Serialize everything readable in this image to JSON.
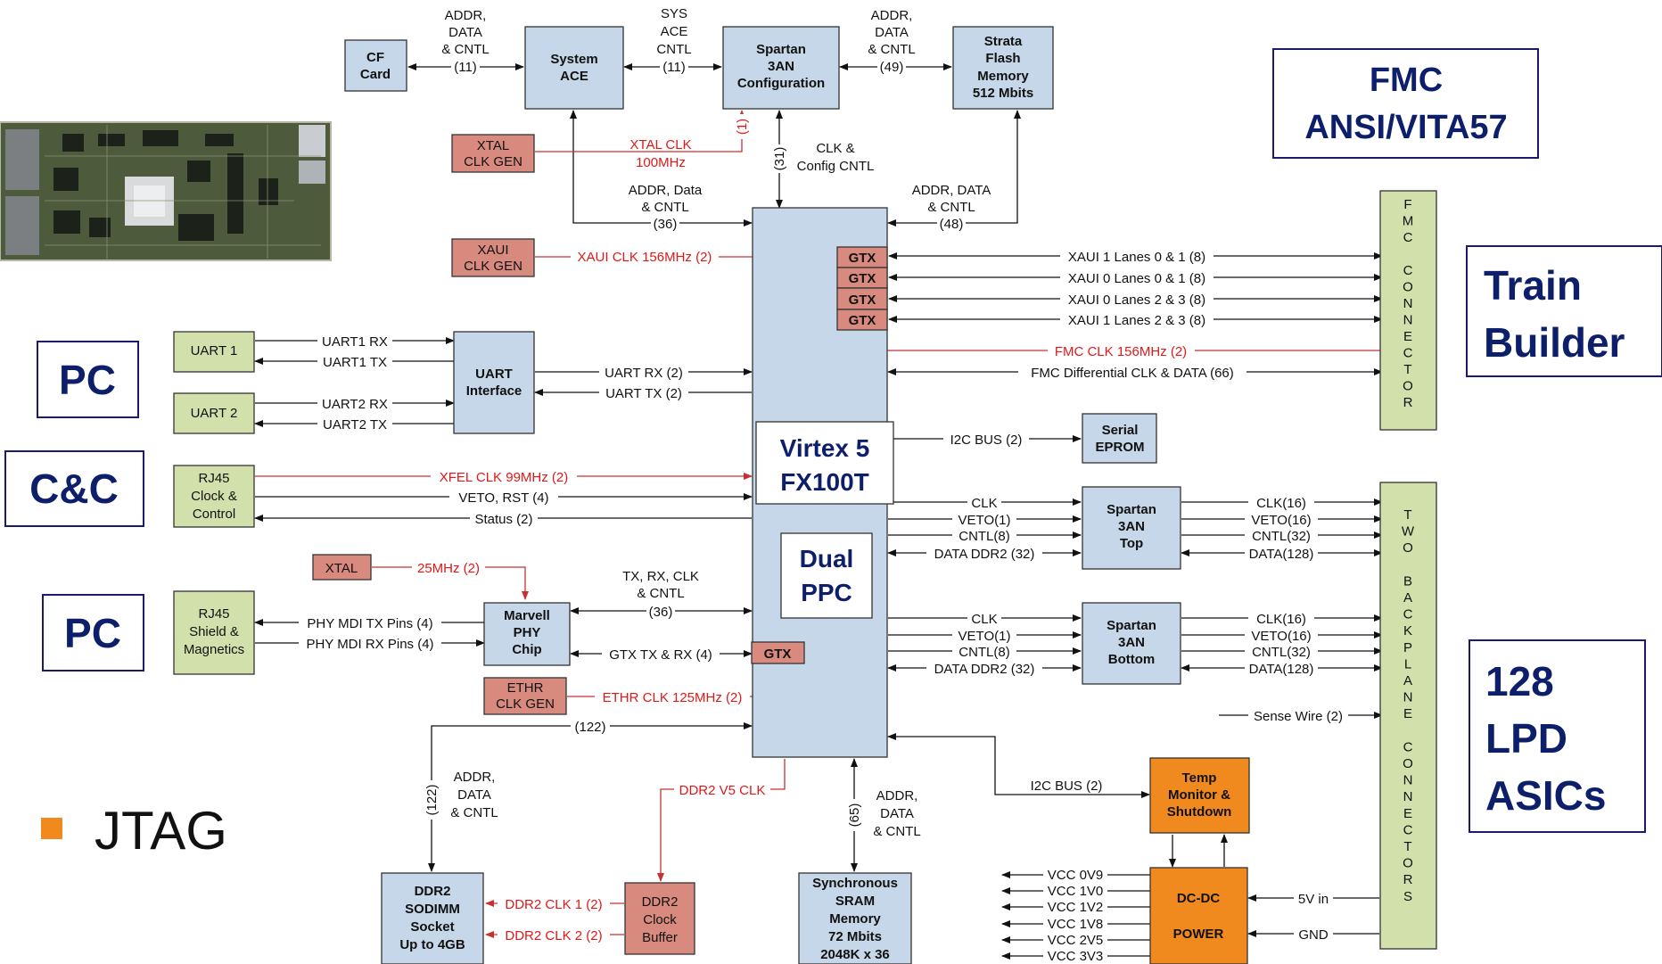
{
  "blocks": {
    "cf_card": [
      "CF",
      "Card"
    ],
    "system_ace": [
      "System",
      "ACE"
    ],
    "spartan_config": [
      "Spartan",
      "3AN",
      "Configuration"
    ],
    "strata_flash": [
      "Strata",
      "Flash",
      "Memory",
      "512 Mbits"
    ],
    "xtal_clk_gen": [
      "XTAL",
      "CLK GEN"
    ],
    "xaui_clk_gen": [
      "XAUI",
      "CLK GEN"
    ],
    "uart1": "UART 1",
    "uart2": "UART 2",
    "uart_interface": [
      "UART",
      "Interface"
    ],
    "rj45_clock_control": [
      "RJ45",
      "Clock &",
      "Control"
    ],
    "xtal": "XTAL",
    "rj45_shield": [
      "RJ45",
      "Shield &",
      "Magnetics"
    ],
    "marvell_phy": [
      "Marvell",
      "PHY",
      "Chip"
    ],
    "ethr_clk_gen": [
      "ETHR",
      "CLK GEN"
    ],
    "gtx": "GTX",
    "serial_eprom": [
      "Serial",
      "EPROM"
    ],
    "spartan_top": [
      "Spartan",
      "3AN",
      "Top"
    ],
    "spartan_bottom": [
      "Spartan",
      "3AN",
      "Bottom"
    ],
    "temp_monitor": [
      "Temp",
      "Monitor &",
      "Shutdown"
    ],
    "dcdc_power": [
      "DC-DC",
      "POWER"
    ],
    "ddr2_sodimm": [
      "DDR2",
      "SODIMM",
      "Socket",
      "Up to 4GB"
    ],
    "ddr2_clock_buffer": [
      "DDR2",
      "Clock",
      "Buffer"
    ],
    "sync_sram": [
      "Synchronous",
      "SRAM",
      "Memory",
      "72 Mbits",
      "2048K x 36"
    ],
    "virtex": [
      "Virtex 5",
      "FX100T"
    ],
    "dual_ppc": [
      "Dual",
      "PPC"
    ],
    "fmc_connector": "FMC CONNECTOR",
    "two_backplane_connectors": "TWO BACKPLANE CONNECTORS"
  },
  "callouts": {
    "fmc_standard": [
      "FMC",
      "ANSI/VITA57"
    ],
    "train_builder": [
      "Train",
      "Builder"
    ],
    "pc_top": "PC",
    "cc": "C&C",
    "pc_bottom": "PC",
    "lpd_asics": [
      "128",
      "LPD",
      "ASICs"
    ]
  },
  "bullet": "JTAG",
  "signals": {
    "cf_ace": [
      "ADDR,",
      "DATA",
      "& CNTL",
      "(11)"
    ],
    "ace_spartan": [
      "SYS",
      "ACE",
      "CNTL",
      "(11)"
    ],
    "spartan_flash": [
      "ADDR,",
      "DATA",
      "& CNTL",
      "(49)"
    ],
    "xtal_clk": [
      "XTAL CLK",
      "100MHz"
    ],
    "xtal_clk_width": "(1)",
    "config_width": "(31)",
    "config_cntl": [
      "CLK &",
      "Config CNTL"
    ],
    "ace_virtex": [
      "ADDR, Data",
      "& CNTL",
      "(36)"
    ],
    "flash_virtex": [
      "ADDR, DATA",
      "& CNTL",
      "(48)"
    ],
    "xaui_clk": "XAUI CLK 156MHz (2)",
    "xaui_lanes": [
      "XAUI 1 Lanes 0 & 1 (8)",
      "XAUI 0 Lanes 0 & 1 (8)",
      "XAUI 0 Lanes 2 & 3 (8)",
      "XAUI 1 Lanes 2 & 3 (8)"
    ],
    "fmc_clk": "FMC CLK 156MHz (2)",
    "fmc_diff": "FMC Differential CLK & DATA (66)",
    "uart1_rx": "UART1 RX",
    "uart1_tx": "UART1 TX",
    "uart2_rx": "UART2 RX",
    "uart2_tx": "UART2 TX",
    "uart_rx": "UART RX (2)",
    "uart_tx": "UART TX (2)",
    "i2c_eprom": "I2C BUS (2)",
    "xfel_clk": "XFEL CLK 99MHz (2)",
    "veto_rst": "VETO, RST (4)",
    "status": "Status (2)",
    "top_left": [
      "CLK",
      "VETO(1)",
      "CNTL(8)",
      "DATA DDR2 (32)"
    ],
    "top_right": [
      "CLK(16)",
      "VETO(16)",
      "CNTL(32)",
      "DATA(128)"
    ],
    "bottom_left": [
      "CLK",
      "VETO(1)",
      "CNTL(8)",
      "DATA DDR2 (32)"
    ],
    "bottom_right": [
      "CLK(16)",
      "VETO(16)",
      "CNTL(32)",
      "DATA(128)"
    ],
    "xtal_25": "25MHz (2)",
    "phy_virtex": [
      "TX, RX, CLK",
      "& CNTL",
      "(36)"
    ],
    "phy_tx": "PHY MDI TX Pins (4)",
    "phy_rx": "PHY MDI RX Pins (4)",
    "gtx_phy": "GTX TX & RX (4)",
    "ethr_clk": "ETHR CLK 125MHz (2)",
    "sense_wire": "Sense Wire (2)",
    "ddr2_bus": "(122)",
    "ddr2_bus_vertical": "(122)",
    "ddr2_addr": [
      "ADDR,",
      "DATA",
      "& CNTL"
    ],
    "ddr2_v5_clk": "DDR2 V5 CLK",
    "sram_width": "(65)",
    "sram_addr": [
      "ADDR,",
      "DATA",
      "& CNTL"
    ],
    "i2c_temp": "I2C BUS (2)",
    "ddr2_clk1": "DDR2 CLK 1 (2)",
    "ddr2_clk2": "DDR2 CLK 2 (2)",
    "vcc_rails": [
      "VCC 0V9",
      "VCC 1V0",
      "VCC 1V2",
      "VCC 1V8",
      "VCC 2V5",
      "VCC 3V3"
    ],
    "5v_in": "5V in",
    "gnd": "GND"
  },
  "colors": {
    "block_blue": "#c5d7e8",
    "block_green": "#d2e0ac",
    "block_red": "#d98a7e",
    "block_orange": "#f08a1e",
    "callout_text": "#0d1f6b",
    "clock_red": "#e01818",
    "bullet_orange": "#f08a1e"
  }
}
